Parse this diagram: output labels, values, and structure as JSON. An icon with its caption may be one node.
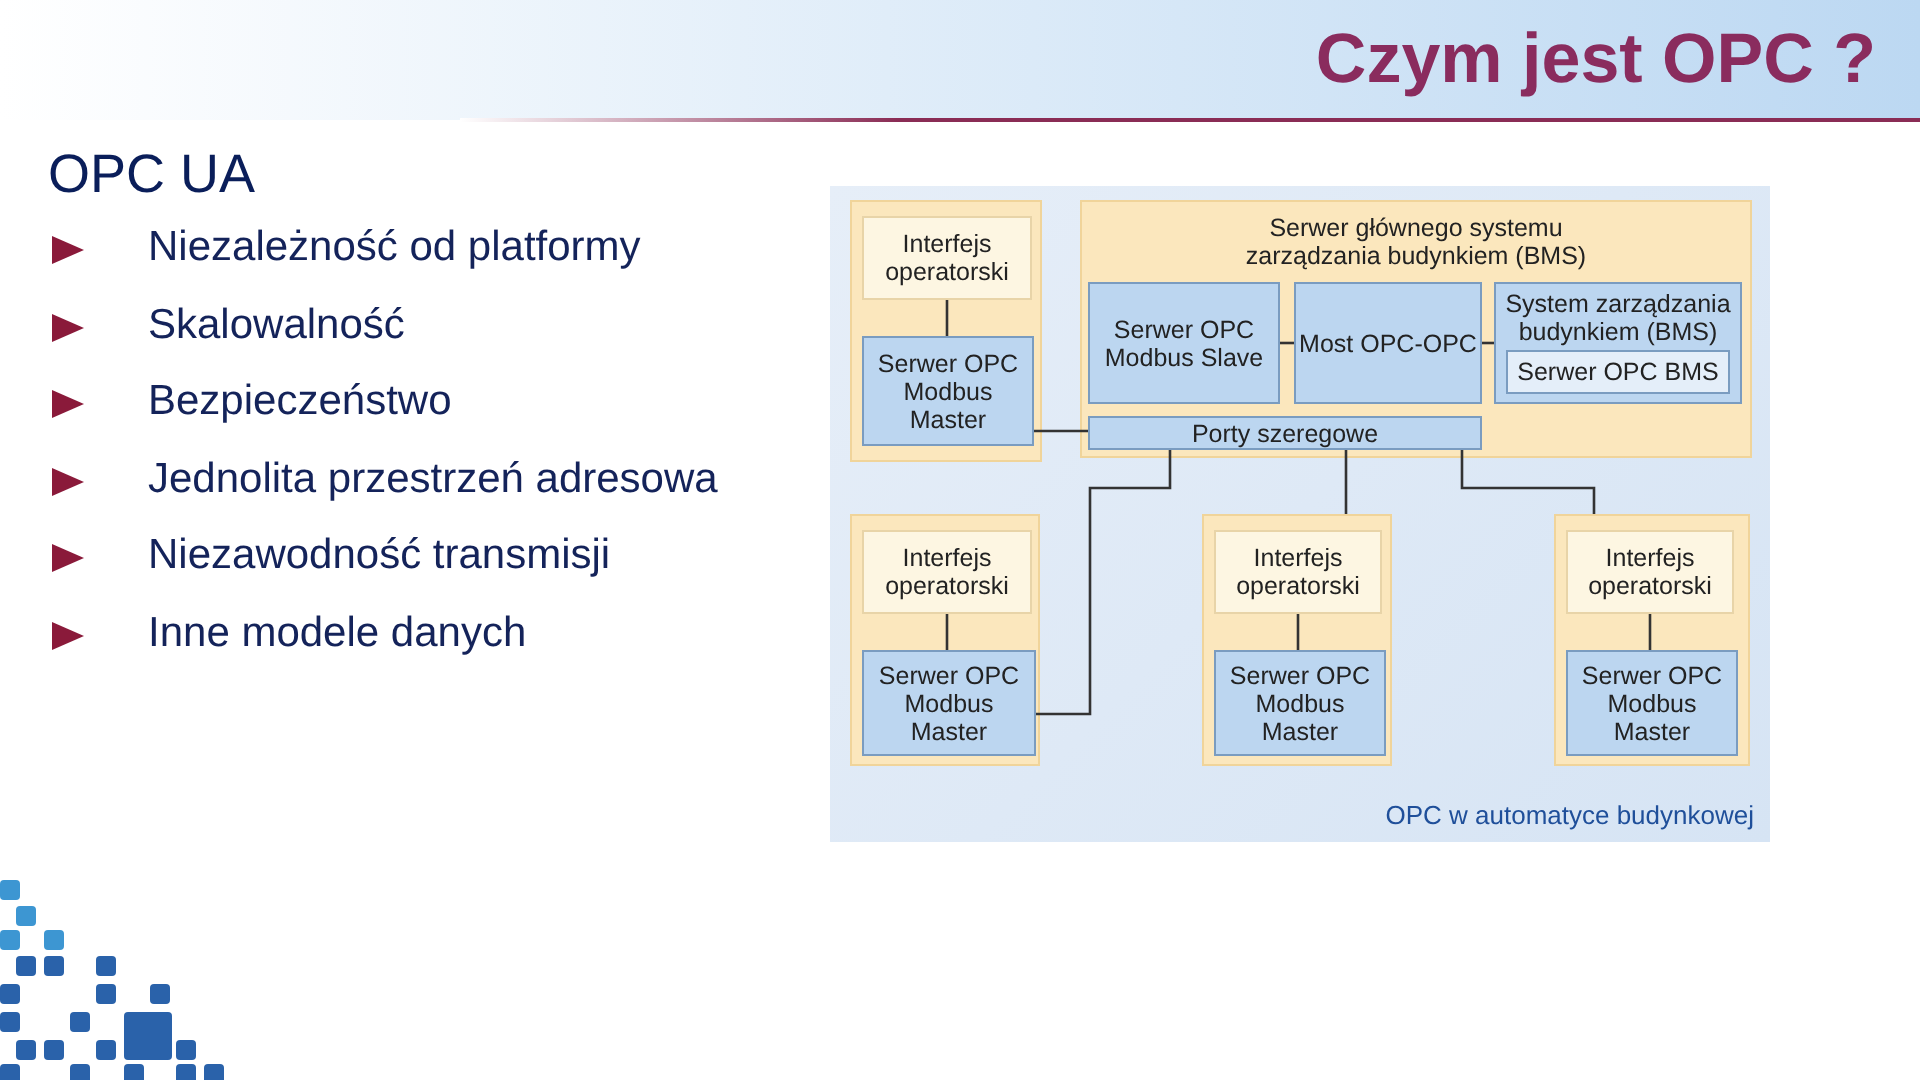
{
  "diagram": {
    "title": "Czym jest OPC ?",
    "caption": "OPC w automatyce budynkowej",
    "nodes": [
      {
        "text": [],
        "shape": "box"
      },
      {
        "text": [
          "Interfejs operatorski"
        ],
        "in": 0
      },
      {
        "text": [
          "Serwer OPC Modbus Master"
        ],
        "in": 0
      },
      {
        "text": [
          "Serwer głównego systemu zarządzania budynkiem (BMS)"
        ]
      },
      {
        "text": [
          "Serwer OPC Modbus Slave"
        ],
        "in": 3
      },
      {
        "text": [
          "Most OPC-OPC"
        ],
        "in": 3
      },
      {
        "text": [
          "System zarządzania budynkiem (BMS)"
        ],
        "in": 3
      },
      {
        "text": [
          "Serwer OPC BMS"
        ],
        "in": 6
      },
      {
        "text": [
          "Porty szeregowe"
        ],
        "in": 3
      },
      {
        "text": [],
        "shape": "box"
      },
      {
        "text": [
          "Interfejs operatorski"
        ],
        "in": 9
      },
      {
        "text": [
          "Serwer OPC Modbus Master"
        ],
        "in": 9
      },
      {
        "text": [],
        "shape": "box"
      },
      {
        "text": [
          "Interfejs operatorski"
        ],
        "in": 12
      },
      {
        "text": [
          "Serwer OPC Modbus Master"
        ],
        "in": 12
      },
      {
        "text": [],
        "shape": "box"
      },
      {
        "text": [
          "Interfejs operatorski"
        ],
        "in": 15
      },
      {
        "text": [
          "Serwer OPC Modbus Master"
        ],
        "in": 15
      }
    ],
    "edges": [
      {
        "from": 1,
        "to": 2,
        "arrow": "none"
      },
      {
        "from": 4,
        "to": 5,
        "arrow": "none"
      },
      {
        "from": 5,
        "to": 6,
        "arrow": "none"
      },
      {
        "from": 2,
        "to": 8,
        "arrow": "none"
      },
      {
        "from": 8,
        "to": 11,
        "arrow": "none"
      },
      {
        "from": 8,
        "to": 12,
        "arrow": "none"
      },
      {
        "from": 8,
        "to": 15,
        "arrow": "none"
      },
      {
        "from": 10,
        "to": 11,
        "arrow": "none"
      },
      {
        "from": 13,
        "to": 14,
        "arrow": "none"
      },
      {
        "from": 16,
        "to": 17,
        "arrow": "none"
      }
    ],
    "labels": [
      "OPC UA",
      "Niezależność od platformy",
      "Skalowalność",
      "Bezpieczeństwo",
      "Jednolita przestrzeń adresowa",
      "Niezawodność transmisji",
      "Inne modele danych"
    ]
  }
}
